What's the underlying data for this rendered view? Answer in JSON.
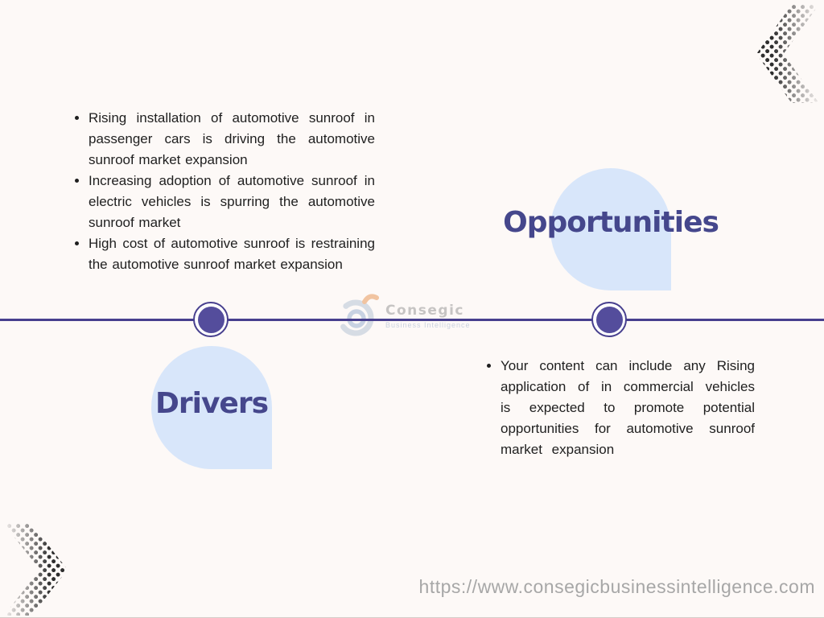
{
  "slide": {
    "footer_url": "https://www.consegicbusinessintelligence.com"
  },
  "colors": {
    "slide_bg": "#fdf9f7",
    "accent_indigo": "#45478c",
    "timeline_line": "#473f8e",
    "node_fill": "#544d9c",
    "bubble_blue": "#d8e6fa",
    "body_text": "#1f1f1f",
    "url_gray": "#a7a7a7",
    "dots_gray": "#2e2e2e",
    "logo_orange": "#e8995c",
    "logo_light_blue": "#b7c5d6",
    "logo_mid_blue": "#9db4d2"
  },
  "drivers": {
    "title": "Drivers",
    "bullets": [
      "Rising installation of automotive sunroof in passenger cars is driving the automotive sunroof market expansion",
      "Increasing adoption of automotive sunroof in electric vehicles is spurring the automotive sunroof market",
      "High cost of automotive sunroof is restraining the automotive sunroof market expansion"
    ]
  },
  "opportunities": {
    "title": "Opportunities",
    "bullets": [
      "Your content can include any Rising application of in commercial vehicles is expected to promote potential opportunities for automotive sunroof market expansion"
    ]
  },
  "watermark": {
    "brand": "Consegic",
    "tagline": "Business Intelligence"
  }
}
